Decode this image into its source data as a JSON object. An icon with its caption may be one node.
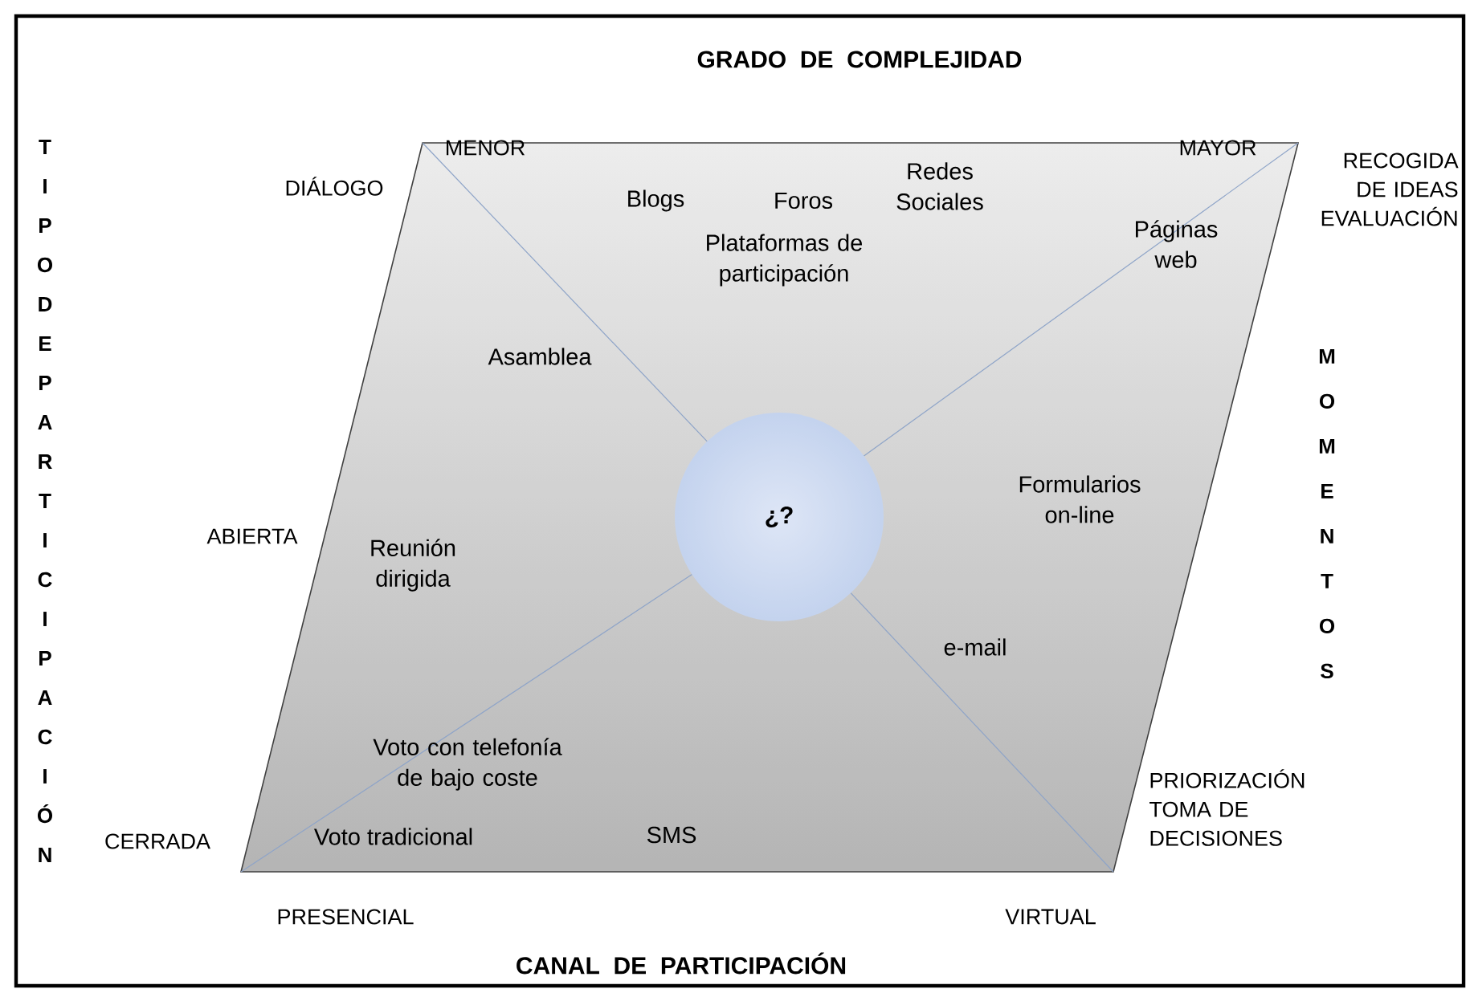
{
  "diagram": {
    "nodes": [
      {
        "text": [
          "¿?"
        ]
      }
    ],
    "labels": [
      "GRADO DE COMPLEJIDAD",
      "TIPO DE PARTICIPACIÓN",
      "MENOR",
      "MAYOR",
      "DIÁLOGO",
      "Blogs",
      "Foros",
      "Redes Sociales",
      "RECOGIDA DE IDEAS EVALUACIÓN",
      "Plataformas de participación",
      "Páginas web",
      "Asamblea",
      "MOMENTOS",
      "Formularios on-line",
      "ABIERTA",
      "Reunión dirigida",
      "e-mail",
      "Voto con telefonía de bajo coste",
      "PRIORIZACIÓN TOMA DE DECISIONES",
      "CERRADA",
      "Voto tradicional",
      "SMS",
      "PRESENCIAL",
      "VIRTUAL",
      "CANAL DE PARTICIPACIÓN"
    ]
  }
}
